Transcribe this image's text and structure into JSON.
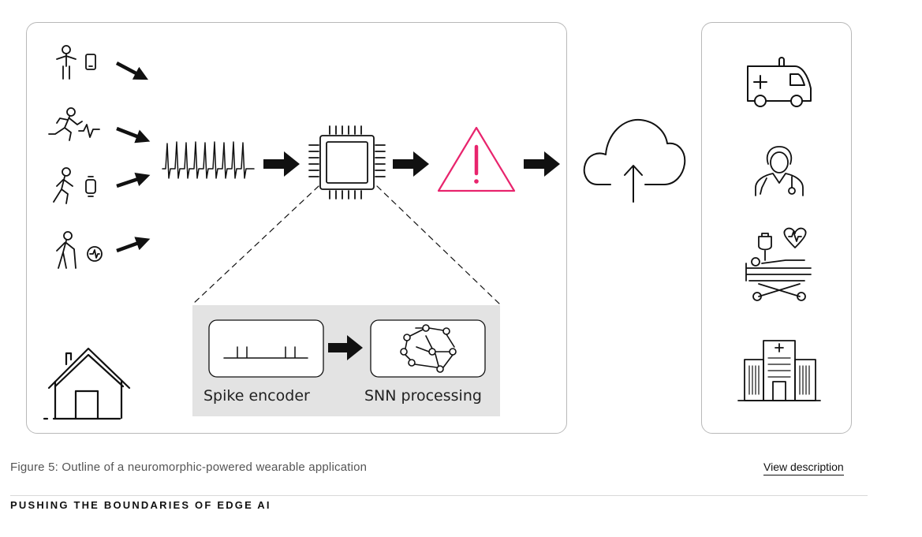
{
  "figure": {
    "caption": "Figure 5: Outline of a neuromorphic-powered wearable application",
    "view_description_label": "View description"
  },
  "diagram": {
    "inset": {
      "spike_encoder_label": "Spike encoder",
      "snn_processing_label": "SNN processing",
      "background_color": "#e3e3e3"
    },
    "alert_color": "#e8246d",
    "stroke_color": "#111111"
  },
  "section": {
    "heading": "PUSHING THE BOUNDARIES OF EDGE AI"
  }
}
